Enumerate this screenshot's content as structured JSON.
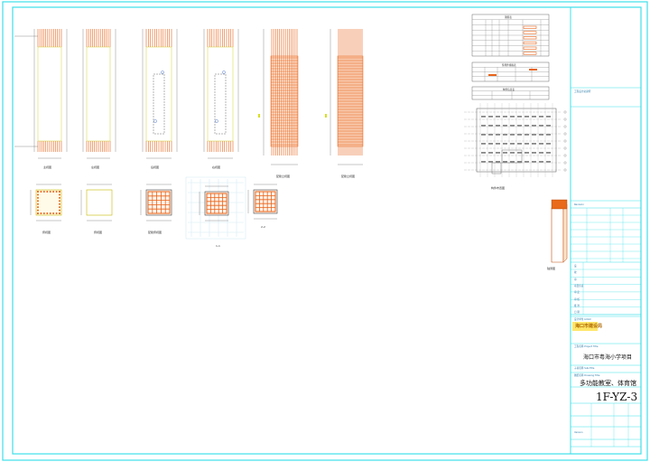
{
  "views": {
    "front": "主视图",
    "left": "左视图",
    "back": "后视图",
    "right": "右视图",
    "rebar_front": "配筋立视图",
    "rebar_side": "配筋立视图",
    "top": "俯视图",
    "side": "俯视图",
    "rebar_top": "配筋俯视图",
    "section_1": "1-1",
    "section_2": "2-2",
    "component_plan": "构件布置图",
    "axonometric": "轴测图"
  },
  "tables": {
    "schedule_title": "钢筋表",
    "embedded_title": "预埋件规格表",
    "accessory_title": "构件信息表"
  },
  "title_block": {
    "note_title": "工程设计总说明",
    "revision_label": "Revision",
    "rows": [
      "设",
      "校",
      "审",
      "项目负责",
      "审 定",
      "审 核",
      "批 准",
      "日 期"
    ],
    "company_label": "设计单位 LOGO",
    "company_logo": "海口市建设局",
    "project_label": "工程名称 Project Title",
    "project_name": "海口市粤海小学项目",
    "sub_label": "子项名称 Sub-Title",
    "drawing_label": "图纸名称 Drawing Title",
    "drawing_name": "多功能教室、体育馆",
    "drawing_no": "1F-YZ-3",
    "version": "Version"
  }
}
